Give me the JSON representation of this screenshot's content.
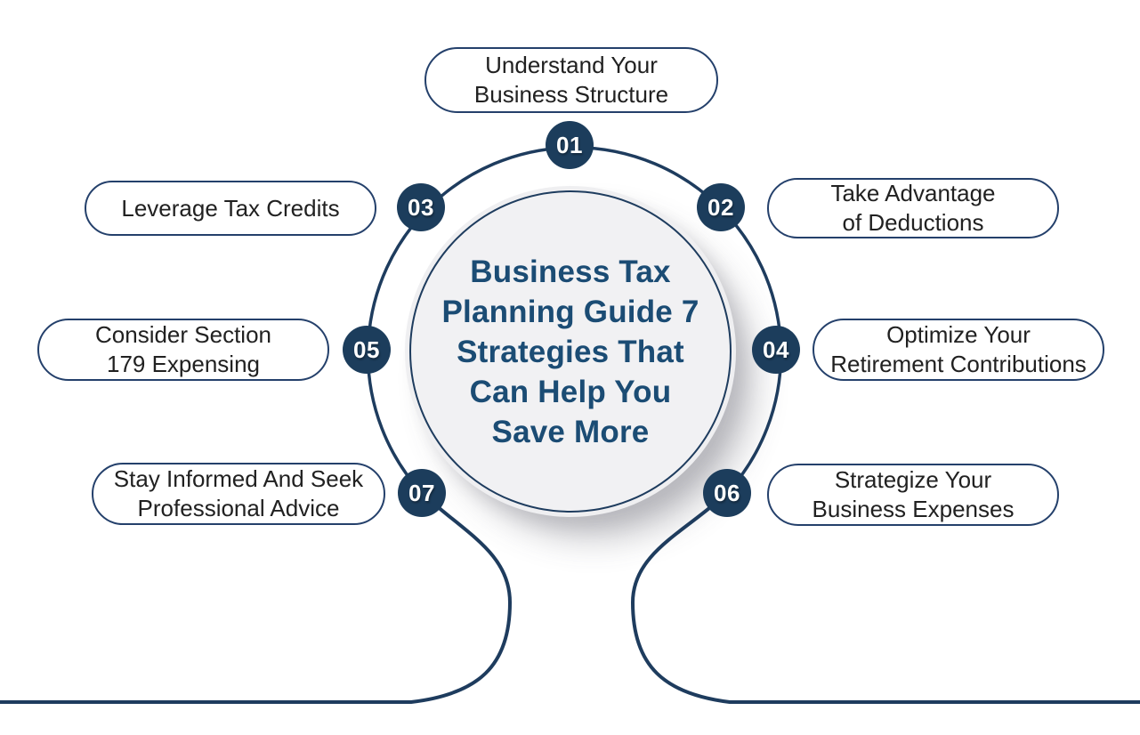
{
  "title": {
    "lines": [
      "Business Tax",
      "Planning Guide 7",
      "Strategies That",
      "Can Help You",
      "Save More"
    ]
  },
  "items": [
    {
      "number": "01",
      "lines": [
        "Understand Your",
        "Business Structure"
      ]
    },
    {
      "number": "02",
      "lines": [
        "Take Advantage",
        "of Deductions"
      ]
    },
    {
      "number": "03",
      "lines": [
        "Leverage Tax Credits"
      ]
    },
    {
      "number": "04",
      "lines": [
        "Optimize Your",
        "Retirement Contributions"
      ]
    },
    {
      "number": "05",
      "lines": [
        "Consider Section",
        "179 Expensing"
      ]
    },
    {
      "number": "06",
      "lines": [
        "Strategize Your",
        "Business Expenses"
      ]
    },
    {
      "number": "07",
      "lines": [
        "Stay Informed And Seek",
        "Professional Advice"
      ]
    }
  ],
  "colors": {
    "line_navy": "#1e3c5e",
    "badge_navy": "#1c3d5c",
    "pill_border_navy": "#24406b",
    "title_navy": "#1b4c74",
    "pill_text": "#212121",
    "disc_fill": "#f1f1f3"
  }
}
